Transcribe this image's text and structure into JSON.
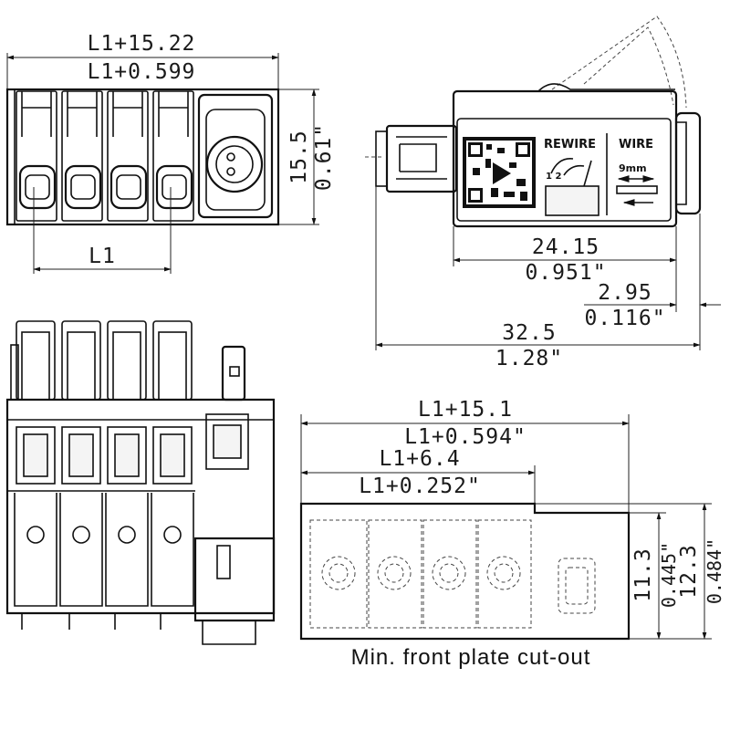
{
  "front_view": {
    "dim_top_1": "L1+15.22",
    "dim_top_2": "L1+0.599",
    "dim_pitch": "L1",
    "dim_height_mm": "15.5",
    "dim_height_in": "0.61\""
  },
  "side_view": {
    "label_rewire": "REWIRE",
    "label_wire": "WIRE",
    "label_strip": "9mm",
    "label_step": "1 2",
    "dim_body_mm": "24.15",
    "dim_body_in": "0.951\"",
    "dim_latch_mm": "2.95",
    "dim_latch_in": "0.116\"",
    "dim_total_mm": "32.5",
    "dim_total_in": "1.28\""
  },
  "cutout": {
    "dim_w1_mm": "L1+15.1",
    "dim_w1_in": "L1+0.594\"",
    "dim_w2_mm": "L1+6.4",
    "dim_w2_in": "L1+0.252\"",
    "dim_h1_mm": "11.3",
    "dim_h1_in": "0.445\"",
    "dim_h2_mm": "12.3",
    "dim_h2_in": "0.484\"",
    "caption": "Min. front plate cut-out"
  }
}
